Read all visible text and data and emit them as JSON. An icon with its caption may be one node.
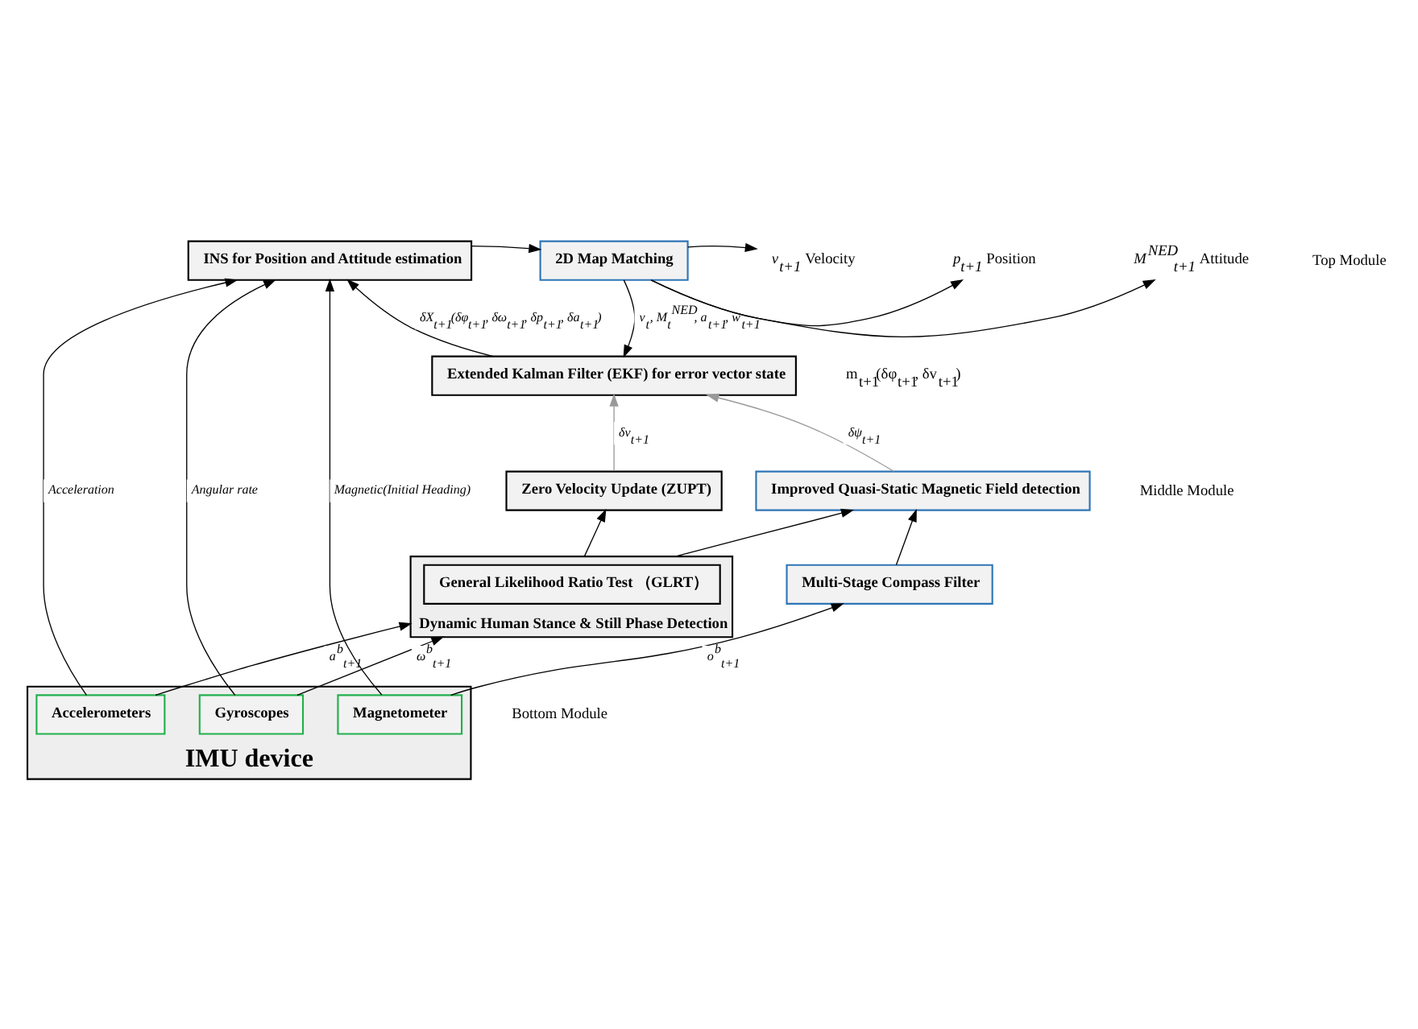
{
  "diagram": {
    "nodes": [
      {
        "text": [
          "INS for Position and Attitude estimation"
        ]
      },
      {
        "text": [
          "2D Map Matching"
        ]
      },
      {
        "text": [
          "Extended Kalman Filter (EKF) for error vector state"
        ]
      },
      {
        "text": [
          "Zero Velocity Update (ZUPT)"
        ]
      },
      {
        "text": [
          "Improved Quasi-Static Magnetic Field detection"
        ]
      },
      {
        "text": [
          "Dynamic Human Stance & Still Phase Detection"
        ]
      },
      {
        "text": [
          "General Likelihood Ratio Test （GLRT）"
        ],
        "in": 5
      },
      {
        "text": [
          "Multi-Stage Compass Filter"
        ]
      },
      {
        "text": [
          "IMU device"
        ]
      },
      {
        "text": [
          "Accelerometers"
        ],
        "in": 8
      },
      {
        "text": [
          "Gyroscopes"
        ],
        "in": 8
      },
      {
        "text": [
          "Magnetometer"
        ],
        "in": 8
      },
      {
        "text": [
          "p$_{t+1}$",
          "Position"
        ]
      },
      {
        "text": [
          "v$_{t+1}$",
          "Velocity"
        ]
      },
      {
        "text": [
          "M$^{NED}$$_{t+1}$",
          "Attitude"
        ]
      }
    ],
    "edges": [
      {
        "from": 9,
        "to": 0,
        "arrow": "to",
        "label": "Acceleration"
      },
      {
        "from": 10,
        "to": 0,
        "arrow": "to",
        "label": "Angular rate"
      },
      {
        "from": 11,
        "to": 0,
        "arrow": "to",
        "label": "Magnetic(Initial Heading)"
      },
      {
        "from": 9,
        "to": 5,
        "arrow": "to",
        "label": "a$^{b}$$_{t+1}$"
      },
      {
        "from": 10,
        "to": 5,
        "arrow": "to",
        "label": "ω$^{b}$$_{t+1}$"
      },
      {
        "from": 11,
        "to": 7,
        "arrow": "to",
        "label": "o$^{b}$$_{t+1}$"
      },
      {
        "from": 0,
        "to": 1,
        "arrow": "to"
      },
      {
        "from": 1,
        "to": 2,
        "arrow": "to",
        "label": "v$_{t}$, M$_{t}$$^{NED}$, a$_{t+1}$, w$_{t+1}$"
      },
      {
        "from": 2,
        "to": 0,
        "arrow": "to",
        "label": "δX$_{t+1}$(δφ$_{t+1}$, δω$_{t+1}$, δp$_{t+1}$, δa$_{t+1}$)"
      },
      {
        "from": 5,
        "to": 3,
        "arrow": "to"
      },
      {
        "from": 5,
        "to": 4,
        "arrow": "to"
      },
      {
        "from": 7,
        "to": 4,
        "arrow": "to"
      },
      {
        "from": 3,
        "to": 2,
        "arrow": "to",
        "label": "δv$_{t+1}$",
        "color": "#999999"
      },
      {
        "from": 4,
        "to": 2,
        "arrow": "to",
        "label": "δψ$_{t+1}$",
        "color": "#999999"
      },
      {
        "from": 1,
        "to": 12,
        "arrow": "to"
      },
      {
        "from": 1,
        "to": 13,
        "arrow": "to"
      },
      {
        "from": 1,
        "to": 14,
        "arrow": "to"
      }
    ],
    "labels": [
      "m$_{t+1}$(δφ$_{t+1}$, δv$_{t+1}$)",
      "Top Module",
      "Middle Module",
      "Bottom Module"
    ]
  }
}
